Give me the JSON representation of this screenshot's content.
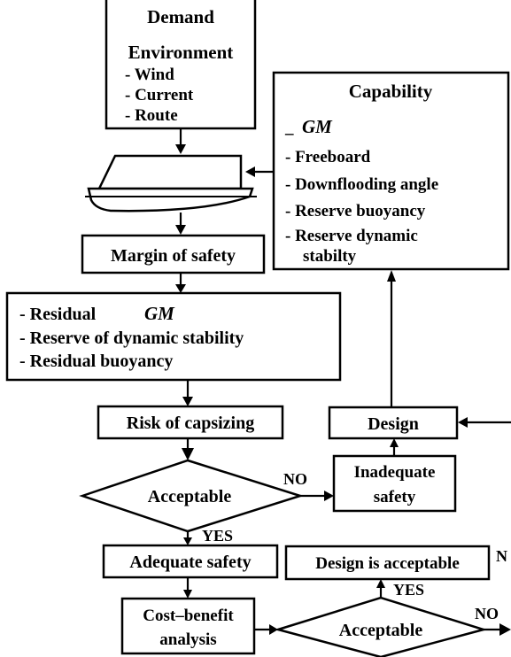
{
  "demand": {
    "title": "Demand",
    "subtitle": "Environment",
    "items": [
      "- Wind",
      "- Current",
      "- Route"
    ]
  },
  "capability": {
    "title": "Capability",
    "dash": "_",
    "gm": "GM",
    "items": [
      "- Freeboard",
      "- Downflooding angle",
      "- Reserve buoyancy",
      "- Reserve dynamic",
      "stabilty"
    ]
  },
  "margin": {
    "label": "Margin of safety"
  },
  "residual": {
    "prefix": "- Residual ",
    "gm": "GM",
    "items": [
      "- Reserve of dynamic stability",
      "- Residual buoyancy"
    ]
  },
  "risk": {
    "label": "Risk of  capsizing"
  },
  "design": {
    "label": "Design"
  },
  "decision1": {
    "label": "Acceptable",
    "no": "NO",
    "yes": "YES"
  },
  "inadequate": {
    "line1": "Inadequate",
    "line2": "safety"
  },
  "adequate": {
    "label": "Adequate safety"
  },
  "design_ok": {
    "label": "Design is acceptable"
  },
  "costbenefit": {
    "line1": "Cost–benefit",
    "line2": "analysis"
  },
  "decision2": {
    "label": "Acceptable",
    "no": "NO",
    "yes": "YES"
  },
  "edge_fragment": "N"
}
